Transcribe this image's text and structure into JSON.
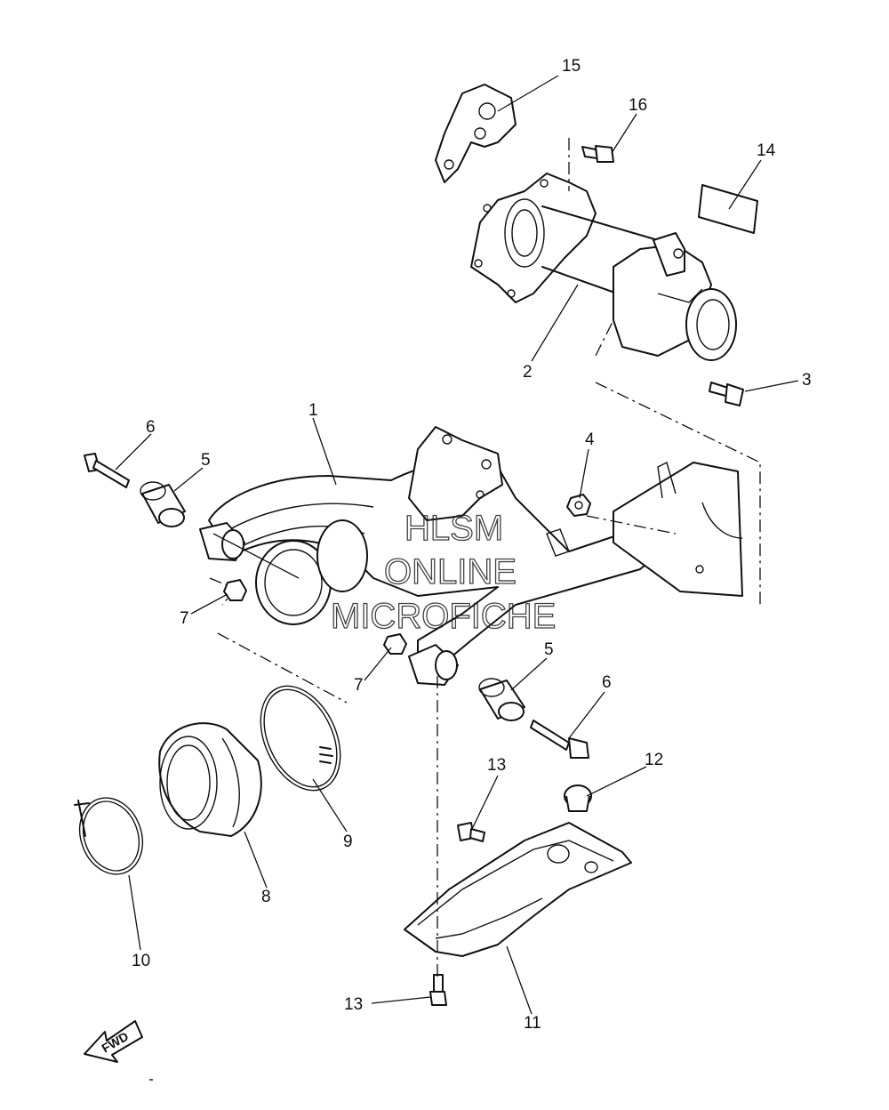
{
  "diagram": {
    "part_numbers": [
      "1",
      "2",
      "3",
      "4",
      "5",
      "5",
      "6",
      "6",
      "7",
      "7",
      "8",
      "9",
      "10",
      "11",
      "12",
      "13",
      "13",
      "14",
      "15",
      "16"
    ],
    "direction_marker": "FWD"
  },
  "watermark": {
    "line1": "HLSM",
    "line2": "ONLINE",
    "line3": "MICROFICHE"
  },
  "colors": {
    "line": "#111111",
    "background": "#ffffff"
  }
}
